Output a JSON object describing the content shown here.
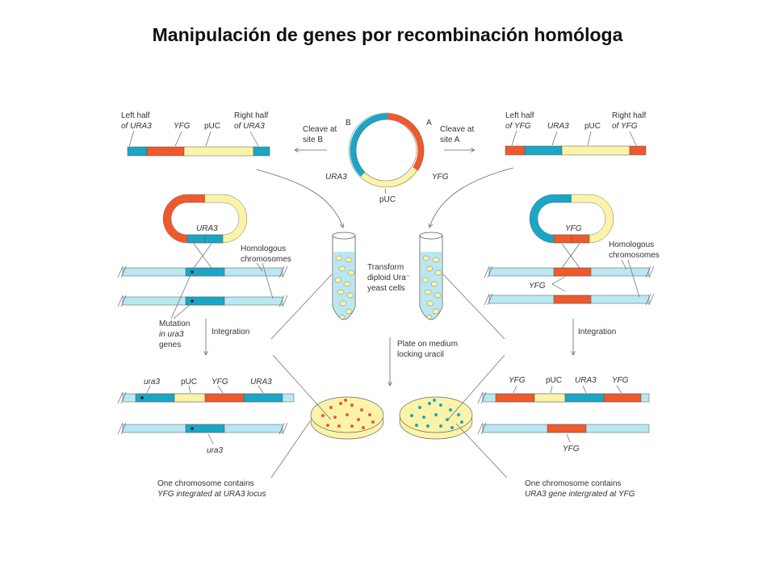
{
  "title": "Manipulación de genes por recombinación homóloga",
  "colors": {
    "cyan": "#1aa6c4",
    "light_cyan": "#b9e8f2",
    "orange": "#ee5a2c",
    "yellow": "#fbf3a8",
    "line": "#666666"
  },
  "plasmid": {
    "label_b": "B",
    "label_a": "A",
    "label_ura3": "URA3",
    "label_yfg": "YFG",
    "label_puc": "pUC",
    "cleave_b": [
      "Cleave at",
      "site B"
    ],
    "cleave_a": [
      "Cleave at",
      "site A"
    ]
  },
  "left_top": {
    "left_half": [
      "Left half",
      "of URA3"
    ],
    "yfg": "YFG",
    "puc": "pUC",
    "right_half": [
      "Right half",
      "of URA3"
    ],
    "loop_label": "URA3"
  },
  "right_top": {
    "left_half": [
      "Left half",
      "of YFG"
    ],
    "ura3": "URA3",
    "puc": "pUC",
    "right_half": [
      "Right half",
      "of YFG"
    ],
    "loop_label": "YFG"
  },
  "center": {
    "transform": [
      "Transform",
      "diploid Ura⁻",
      "yeast cells"
    ],
    "plate": [
      "Plate on medium",
      "locking uracil"
    ]
  },
  "left_mid": {
    "homologous": [
      "Homologous",
      "chromosomes"
    ],
    "mutation": [
      "Mutation",
      "in ura3",
      "genes"
    ],
    "integration": "Integration"
  },
  "right_mid": {
    "homologous": [
      "Homologous",
      "chromosomes"
    ],
    "yfg": "YFG",
    "integration": "Integration"
  },
  "left_bottom": {
    "ura3": "ura3",
    "puc": "pUC",
    "yfg": "YFG",
    "ura3_caps": "URA3",
    "ura3_lower": "ura3",
    "caption": [
      "One chromosome contains",
      "YFG integrated at URA3 locus"
    ]
  },
  "right_bottom": {
    "yfg1": "YFG",
    "puc": "pUC",
    "ura3": "URA3",
    "yfg2": "YFG",
    "yfg_lower": "YFG",
    "caption": [
      "One chromosome contains",
      "URA3 gene intergrated at YFG"
    ]
  }
}
